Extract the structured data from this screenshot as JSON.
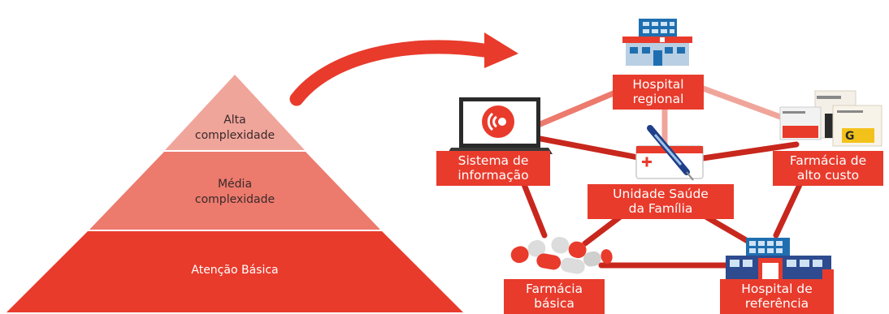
{
  "pyramid": {
    "levels": [
      {
        "label_line1": "Alta",
        "label_line2": "complexidade"
      },
      {
        "label_line1": "Média",
        "label_line2": "complexidade"
      },
      {
        "label_line1": "Atenção Básica"
      }
    ]
  },
  "network": {
    "hospital_regional": {
      "line1": "Hospital",
      "line2": "regional"
    },
    "sistema_informacao": {
      "line1": "Sistema de",
      "line2": "informação"
    },
    "farmacia_alto_custo": {
      "line1": "Farmácia de",
      "line2": "alto custo"
    },
    "unidade_saude_familia": {
      "line1": "Unidade Saúde",
      "line2": "da Família"
    },
    "farmacia_basica": {
      "line1": "Farmácia",
      "line2": "básica"
    },
    "hospital_referencia": {
      "line1": "Hospital de",
      "line2": "referência"
    }
  },
  "colors": {
    "accent": "#e83b2c",
    "accent_light": "#ec7a6d",
    "accent_lighter": "#f0a59b",
    "dark": "#2a2a2a"
  }
}
